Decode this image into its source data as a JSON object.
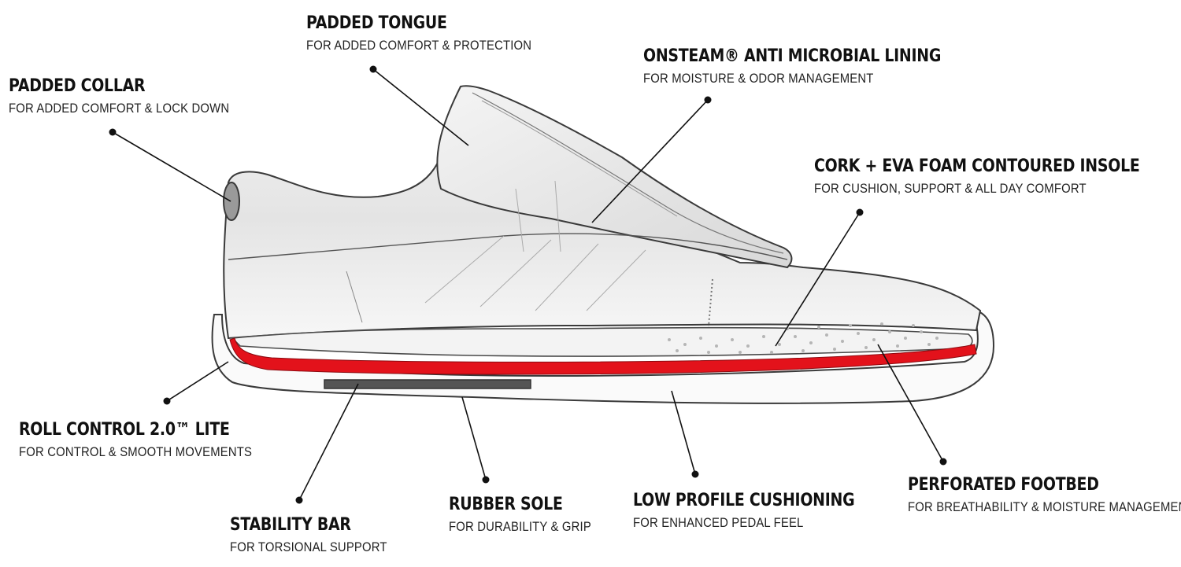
{
  "callouts": [
    {
      "id": "padded-tongue",
      "title": "PADDED TONGUE",
      "subtitle": "FOR ADDED COMFORT & PROTECTION"
    },
    {
      "id": "padded-collar",
      "title": "PADDED COLLAR",
      "subtitle": "FOR ADDED COMFORT & LOCK DOWN"
    },
    {
      "id": "onsteam-lining",
      "title": "ONSTEAM® ANTI MICROBIAL LINING",
      "subtitle": "FOR MOISTURE & ODOR MANAGEMENT"
    },
    {
      "id": "cork-insole",
      "title": "CORK + EVA FOAM CONTOURED INSOLE",
      "subtitle": "FOR CUSHION, SUPPORT & ALL DAY COMFORT"
    },
    {
      "id": "roll-control",
      "title": "ROLL CONTROL 2.0™ LITE",
      "subtitle": "FOR CONTROL & SMOOTH MOVEMENTS"
    },
    {
      "id": "stability-bar",
      "title": "STABILITY BAR",
      "subtitle": "FOR TORSIONAL SUPPORT"
    },
    {
      "id": "rubber-sole",
      "title": "RUBBER SOLE",
      "subtitle": "FOR DURABILITY & GRIP"
    },
    {
      "id": "low-profile-cushioning",
      "title": "LOW PROFILE CUSHIONING",
      "subtitle": "FOR ENHANCED PEDAL FEEL"
    },
    {
      "id": "perforated-footbed",
      "title": "PERFORATED FOOTBED",
      "subtitle": "FOR BREATHABILITY & MOISTURE MANAGEMENT"
    }
  ],
  "colors": {
    "roll_control": "#e3121b",
    "stability_bar": "#555555",
    "outline": "#3a3a3a",
    "leader": "#111111"
  }
}
